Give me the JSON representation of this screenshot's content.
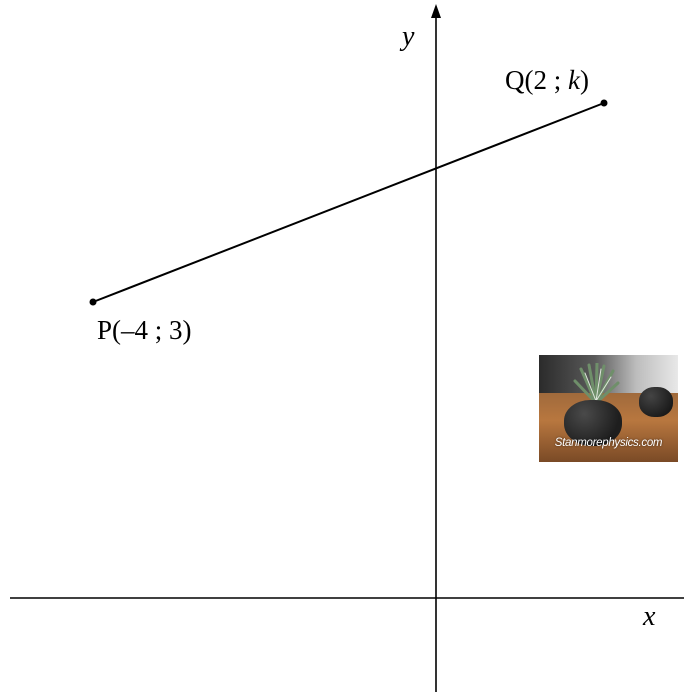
{
  "diagram": {
    "axis_labels": {
      "x": "x",
      "y": "y"
    },
    "points": {
      "P": {
        "name": "P",
        "label_text": "P(–4 ; 3)"
      },
      "Q": {
        "name": "Q",
        "label_prefix": "Q(2 ; ",
        "label_var": "k",
        "label_suffix": ")"
      }
    },
    "segment": {
      "from": "P",
      "to": "Q"
    }
  },
  "watermark": {
    "text": "Stanmorephysics.com"
  },
  "colors": {
    "ink": "#000000",
    "background": "#ffffff"
  }
}
